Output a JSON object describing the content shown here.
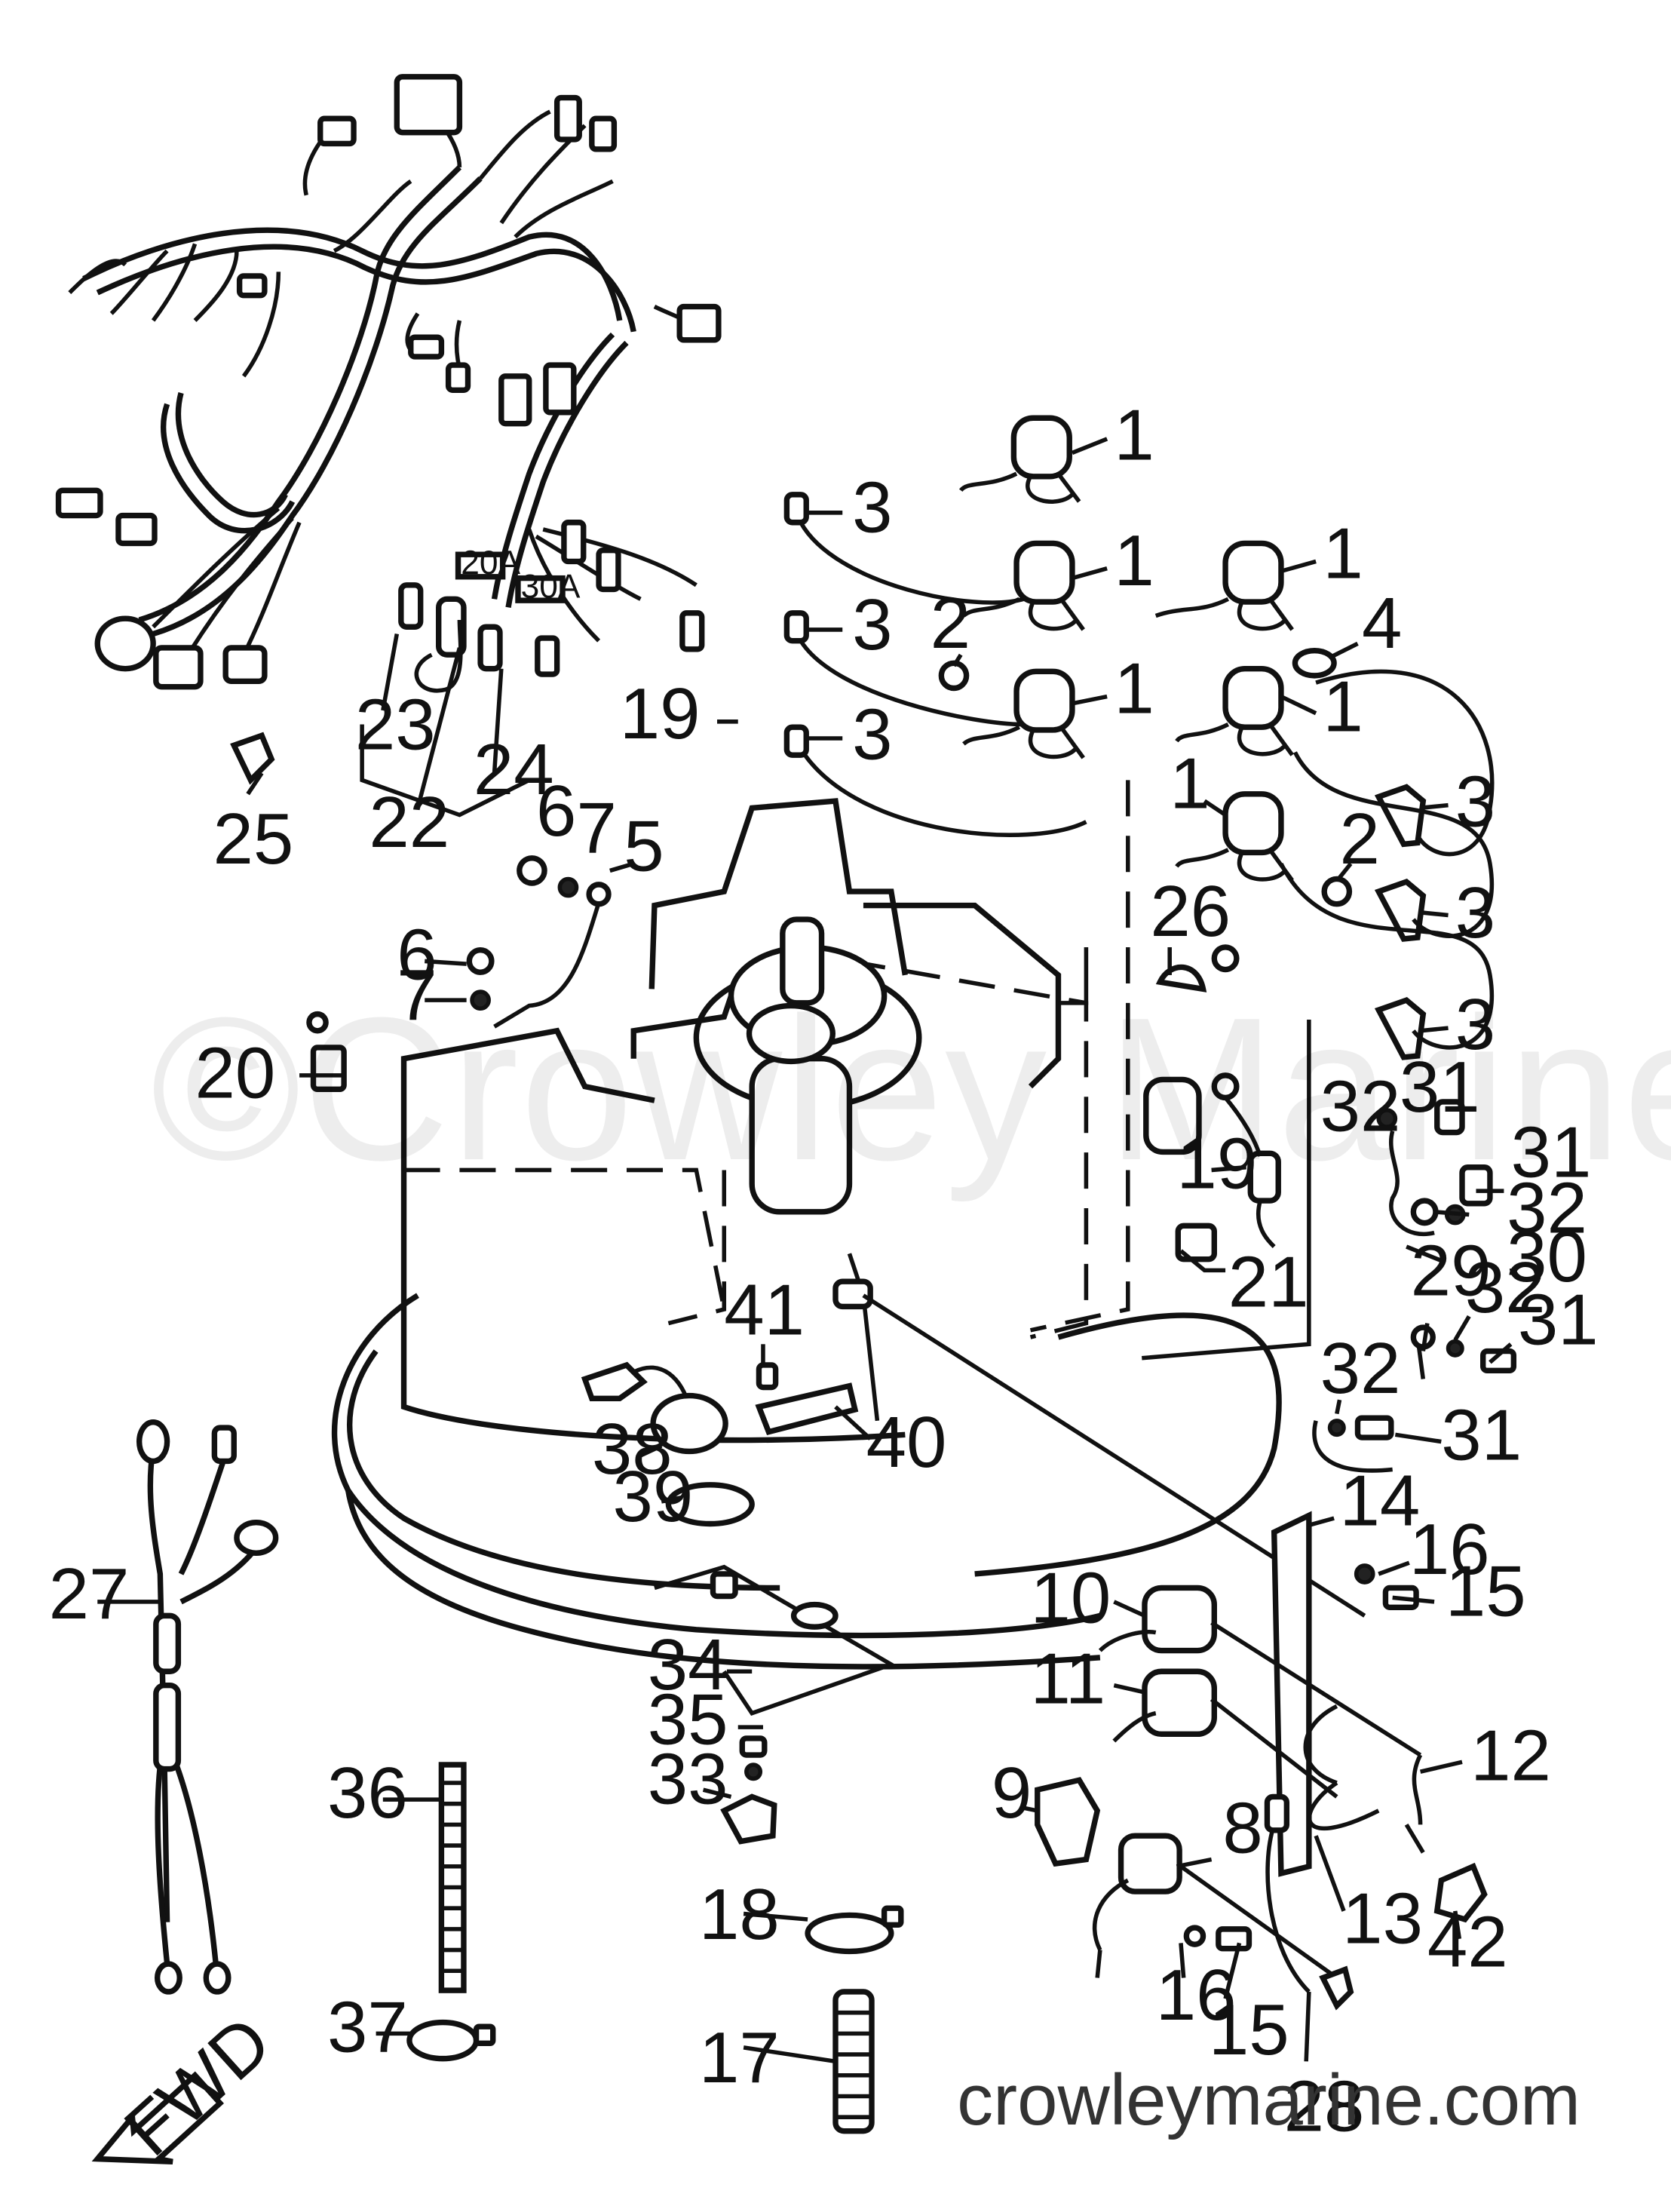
{
  "watermark": "©Crowley Marine",
  "footer_url": "crowleymarine.com",
  "fwd_arrow_text": "FWD",
  "fuse_labels": [
    "20A",
    "30A"
  ],
  "callouts": [
    {
      "id": "c1a",
      "text": "1"
    },
    {
      "id": "c1b",
      "text": "1"
    },
    {
      "id": "c1c",
      "text": "1"
    },
    {
      "id": "c1d",
      "text": "1"
    },
    {
      "id": "c1e",
      "text": "1"
    },
    {
      "id": "c1f",
      "text": "1"
    },
    {
      "id": "c2a",
      "text": "2"
    },
    {
      "id": "c2b",
      "text": "2"
    },
    {
      "id": "c3a",
      "text": "3"
    },
    {
      "id": "c3b",
      "text": "3"
    },
    {
      "id": "c3c",
      "text": "3"
    },
    {
      "id": "c3d",
      "text": "3"
    },
    {
      "id": "c3e",
      "text": "3"
    },
    {
      "id": "c3f",
      "text": "3"
    },
    {
      "id": "c4",
      "text": "4"
    },
    {
      "id": "c5",
      "text": "5"
    },
    {
      "id": "c6a",
      "text": "6"
    },
    {
      "id": "c6b",
      "text": "6"
    },
    {
      "id": "c7a",
      "text": "7"
    },
    {
      "id": "c7b",
      "text": "7"
    },
    {
      "id": "c8",
      "text": "8"
    },
    {
      "id": "c9",
      "text": "9"
    },
    {
      "id": "c10",
      "text": "10"
    },
    {
      "id": "c11",
      "text": "11"
    },
    {
      "id": "c12",
      "text": "12"
    },
    {
      "id": "c13",
      "text": "13"
    },
    {
      "id": "c14",
      "text": "14"
    },
    {
      "id": "c15a",
      "text": "15"
    },
    {
      "id": "c15b",
      "text": "15"
    },
    {
      "id": "c16a",
      "text": "16"
    },
    {
      "id": "c16b",
      "text": "16"
    },
    {
      "id": "c17",
      "text": "17"
    },
    {
      "id": "c18",
      "text": "18"
    },
    {
      "id": "c19a",
      "text": "19"
    },
    {
      "id": "c19b",
      "text": "19"
    },
    {
      "id": "c20",
      "text": "20"
    },
    {
      "id": "c21",
      "text": "21"
    },
    {
      "id": "c22",
      "text": "22"
    },
    {
      "id": "c23",
      "text": "23"
    },
    {
      "id": "c24",
      "text": "24"
    },
    {
      "id": "c25",
      "text": "25"
    },
    {
      "id": "c26",
      "text": "26"
    },
    {
      "id": "c27",
      "text": "27"
    },
    {
      "id": "c28",
      "text": "28"
    },
    {
      "id": "c29",
      "text": "29"
    },
    {
      "id": "c30",
      "text": "30"
    },
    {
      "id": "c31a",
      "text": "31"
    },
    {
      "id": "c31b",
      "text": "31"
    },
    {
      "id": "c31c",
      "text": "31"
    },
    {
      "id": "c31d",
      "text": "31"
    },
    {
      "id": "c32a",
      "text": "32"
    },
    {
      "id": "c32b",
      "text": "32"
    },
    {
      "id": "c32c",
      "text": "32"
    },
    {
      "id": "c32d",
      "text": "32"
    },
    {
      "id": "c33",
      "text": "33"
    },
    {
      "id": "c34",
      "text": "34"
    },
    {
      "id": "c35",
      "text": "35"
    },
    {
      "id": "c36",
      "text": "36"
    },
    {
      "id": "c37",
      "text": "37"
    },
    {
      "id": "c38",
      "text": "38"
    },
    {
      "id": "c39",
      "text": "39"
    },
    {
      "id": "c40",
      "text": "40"
    },
    {
      "id": "c41",
      "text": "41"
    },
    {
      "id": "c42",
      "text": "42"
    }
  ]
}
